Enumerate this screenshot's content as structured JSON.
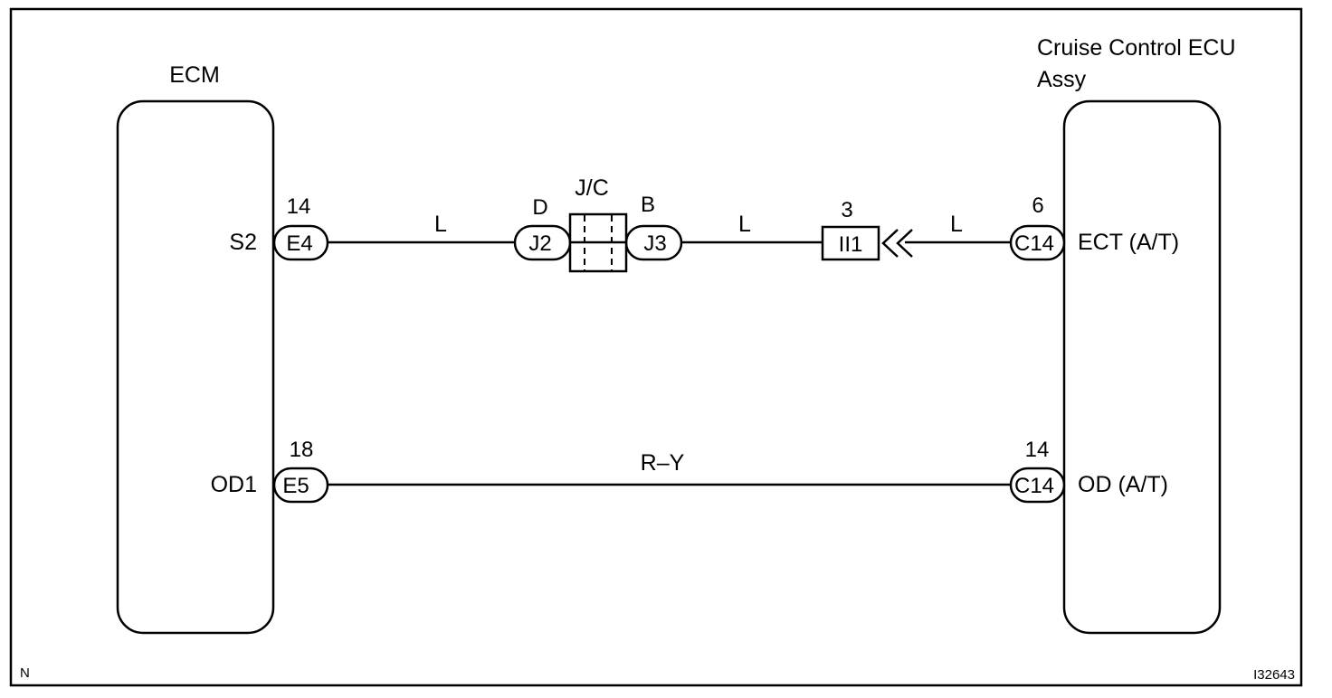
{
  "components": {
    "ecm": {
      "label": "ECM"
    },
    "cruise_ecu": {
      "label_line1": "Cruise Control ECU",
      "label_line2": "Assy"
    },
    "junction_connector": {
      "label": "J/C",
      "left_terminal": "D",
      "right_terminal": "B"
    }
  },
  "terminals": {
    "ecm_s2": {
      "name": "S2",
      "pin": "14",
      "connector": "E4"
    },
    "ecm_od1": {
      "name": "OD1",
      "pin": "18",
      "connector": "E5"
    },
    "jc_left": {
      "connector": "J2"
    },
    "jc_right": {
      "connector": "J3"
    },
    "inline": {
      "pin": "3",
      "connector": "II1"
    },
    "ecu_ect": {
      "name": "ECT (A/T)",
      "pin": "6",
      "connector": "C14"
    },
    "ecu_od": {
      "name": "OD (A/T)",
      "pin": "14",
      "connector": "C14"
    }
  },
  "wires": {
    "ecm_to_jc": "L",
    "jc_to_inline": "L",
    "inline_to_ecu": "L",
    "od_line": "R–Y"
  },
  "corner_left": "N",
  "figure_id": "I32643"
}
